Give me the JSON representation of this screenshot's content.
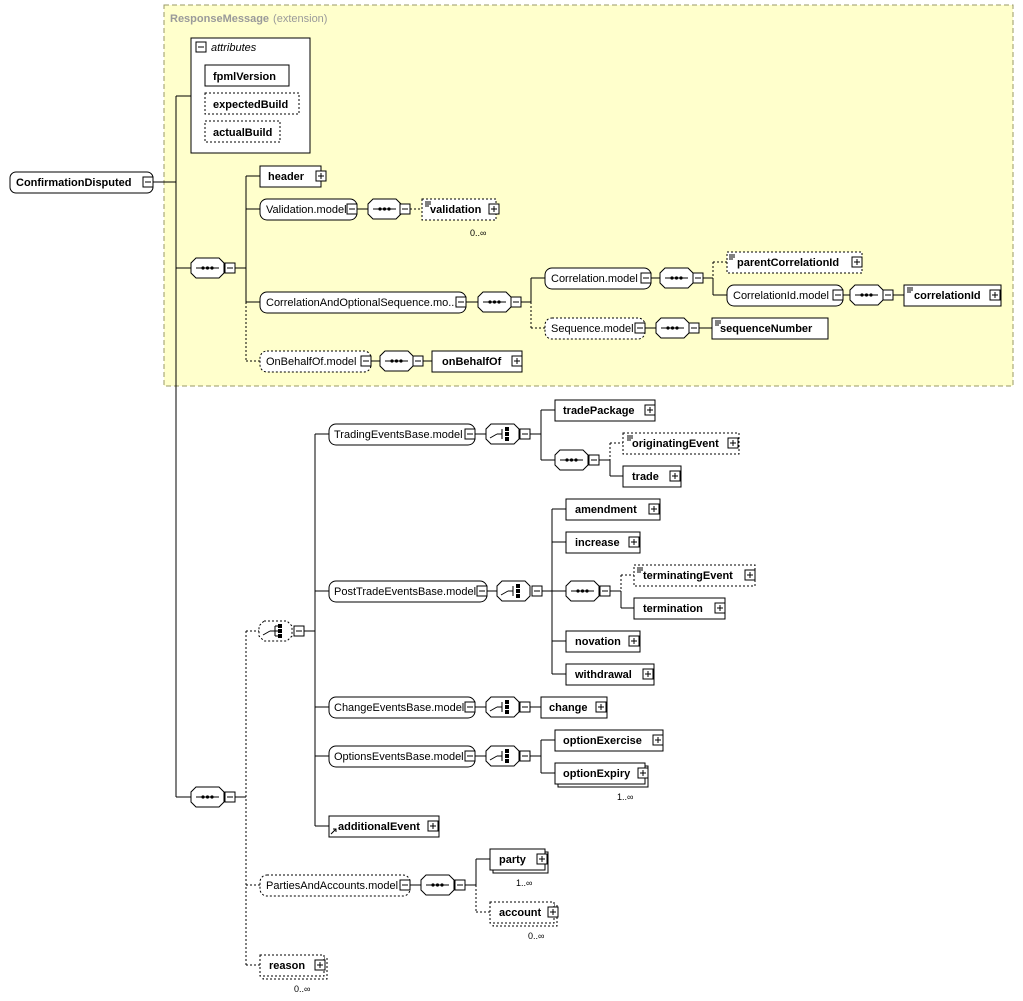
{
  "extension": {
    "name": "ResponseMessage",
    "note": "(extension)"
  },
  "attributes": {
    "title": "attributes",
    "items": [
      "fpmlVersion",
      "expectedBuild",
      "actualBuild"
    ]
  },
  "root": "ConfirmationDisputed",
  "elements": {
    "header": "header",
    "validation": "validation",
    "parentCorrelationId": "parentCorrelationId",
    "correlationId": "correlationId",
    "sequenceNumber": "sequenceNumber",
    "onBehalfOf": "onBehalfOf",
    "tradePackage": "tradePackage",
    "originatingEvent": "originatingEvent",
    "trade": "trade",
    "amendment": "amendment",
    "increase": "increase",
    "terminatingEvent": "terminatingEvent",
    "termination": "termination",
    "novation": "novation",
    "withdrawal": "withdrawal",
    "change": "change",
    "optionExercise": "optionExercise",
    "optionExpiry": "optionExpiry",
    "additionalEvent": "additionalEvent",
    "party": "party",
    "account": "account",
    "reason": "reason"
  },
  "groups": {
    "validationModel": "Validation.model",
    "correlationAndOptionalSequenceModel": "CorrelationAndOptionalSequence.mo...",
    "correlationModel": "Correlation.model",
    "correlationIdModel": "CorrelationId.model",
    "sequenceModel": "Sequence.model",
    "onBehalfOfModel": "OnBehalfOf.model",
    "tradingEventsBaseModel": "TradingEventsBase.model",
    "postTradeEventsBaseModel": "PostTradeEventsBase.model",
    "changeEventsBaseModel": "ChangeEventsBase.model",
    "optionsEventsBaseModel": "OptionsEventsBase.model",
    "partiesAndAccountsModel": "PartiesAndAccounts.model"
  },
  "cardinalities": {
    "validation": "0..∞",
    "optionExpiry": "1..∞",
    "party": "1..∞",
    "account": "0..∞",
    "reason": "0..∞"
  },
  "colors": {
    "extensionFill": "#ffffcc",
    "extensionBorder": "#999966",
    "group": "#000000"
  }
}
